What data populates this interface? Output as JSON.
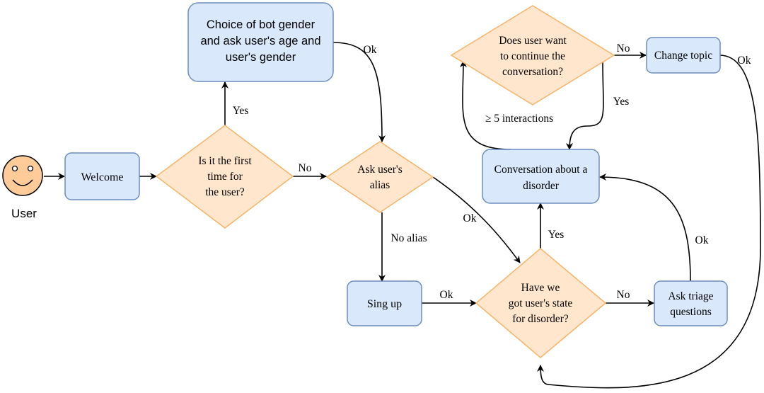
{
  "user_label": "User",
  "nodes": {
    "welcome": "Welcome",
    "first_time": [
      "Is it the first",
      "time for",
      "the user?"
    ],
    "choice_gender": [
      "Choice of bot gender",
      "and ask user's age and",
      "user's gender"
    ],
    "ask_alias": [
      "Ask user's",
      "alias"
    ],
    "sign_up": "Sing up",
    "state_disorder": [
      "Have we",
      "got user's state",
      "for disorder?"
    ],
    "conversation": [
      "Conversation about a",
      "disorder"
    ],
    "continue_conv": [
      "Does user want",
      "to continue the",
      "conversation?"
    ],
    "change_topic": "Change topic",
    "triage": [
      "Ask triage",
      "questions"
    ]
  },
  "edges": {
    "yes_first": "Yes",
    "no_first": "No",
    "ok_choice": "Ok",
    "ok_alias": "Ok",
    "no_alias": "No alias",
    "ok_signup": "Ok",
    "yes_state": "Yes",
    "no_state": "No",
    "ok_triage": "Ok",
    "interactions": "≥ 5 interactions",
    "yes_continue": "Yes",
    "no_continue": "No",
    "ok_change": "Ok"
  }
}
